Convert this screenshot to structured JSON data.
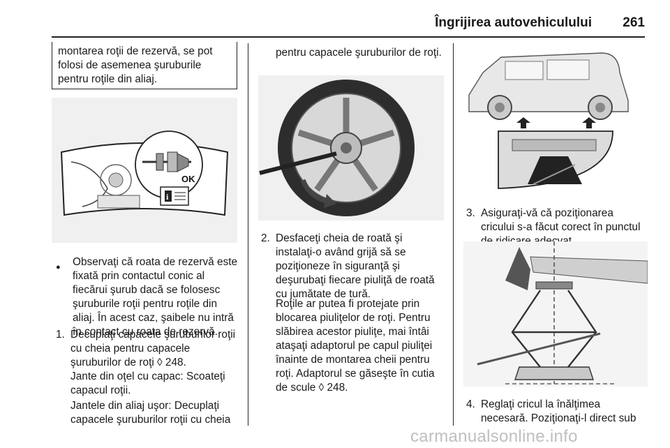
{
  "header": {
    "title": "Îngrijirea autovehiculului",
    "page_number": "261"
  },
  "col1": {
    "note": "montarea roţii de rezervă, se pot folosi de asemenea şuruburile pentru roţile din aliaj.",
    "figure1_label": "OK",
    "bullet_marker": "●",
    "bullet_text": "Observaţi că roata de rezervă este fixată prin contactul conic al fiecărui şurub dacă se folosesc şuruburile roţii pentru roţile din aliaj. În acest caz, şaibele nu intră în contact cu roata de rezervă.",
    "step1_number": "1.",
    "step1_text": "Decuplaţi capacele şuruburilor roţii cu cheia pentru capacele şuruburilor de roţi ◊ 248.",
    "step1_para2": "Jante din oţel cu capac: Scoateţi capacul roţii.",
    "step1_para3": "Jantele din aliaj uşor: Decuplaţi capacele şuruburilor roţii cu cheia"
  },
  "col2": {
    "top_text": "pentru capacele şuruburilor de roţi.",
    "step2_number": "2.",
    "step2_text": "Desfaceţi cheia de roată şi instalaţi-o având grijă să se poziţioneze în siguranţă şi deşurubaţi fiecare piuliţă de roată cu jumătate de tură.",
    "step2_para2": "Roţile ar putea fi protejate prin blocarea piuliţelor de roţi. Pentru slăbirea acestor piuliţe, mai întâi ataşaţi adaptorul pe capul piuliţei înainte de montarea cheii pentru roţi. Adaptorul se găseşte în cutia de scule ◊ 248."
  },
  "col3": {
    "step3_number": "3.",
    "step3_text": "Asiguraţi-vă că poziţionarea cricului s-a făcut corect în punctul de ridicare adecvat.",
    "step4_number": "4.",
    "step4_text": "Reglaţi cricul la înălţimea necesară. Poziţionaţi-l direct sub"
  },
  "watermark": "carmanualsonline.info"
}
